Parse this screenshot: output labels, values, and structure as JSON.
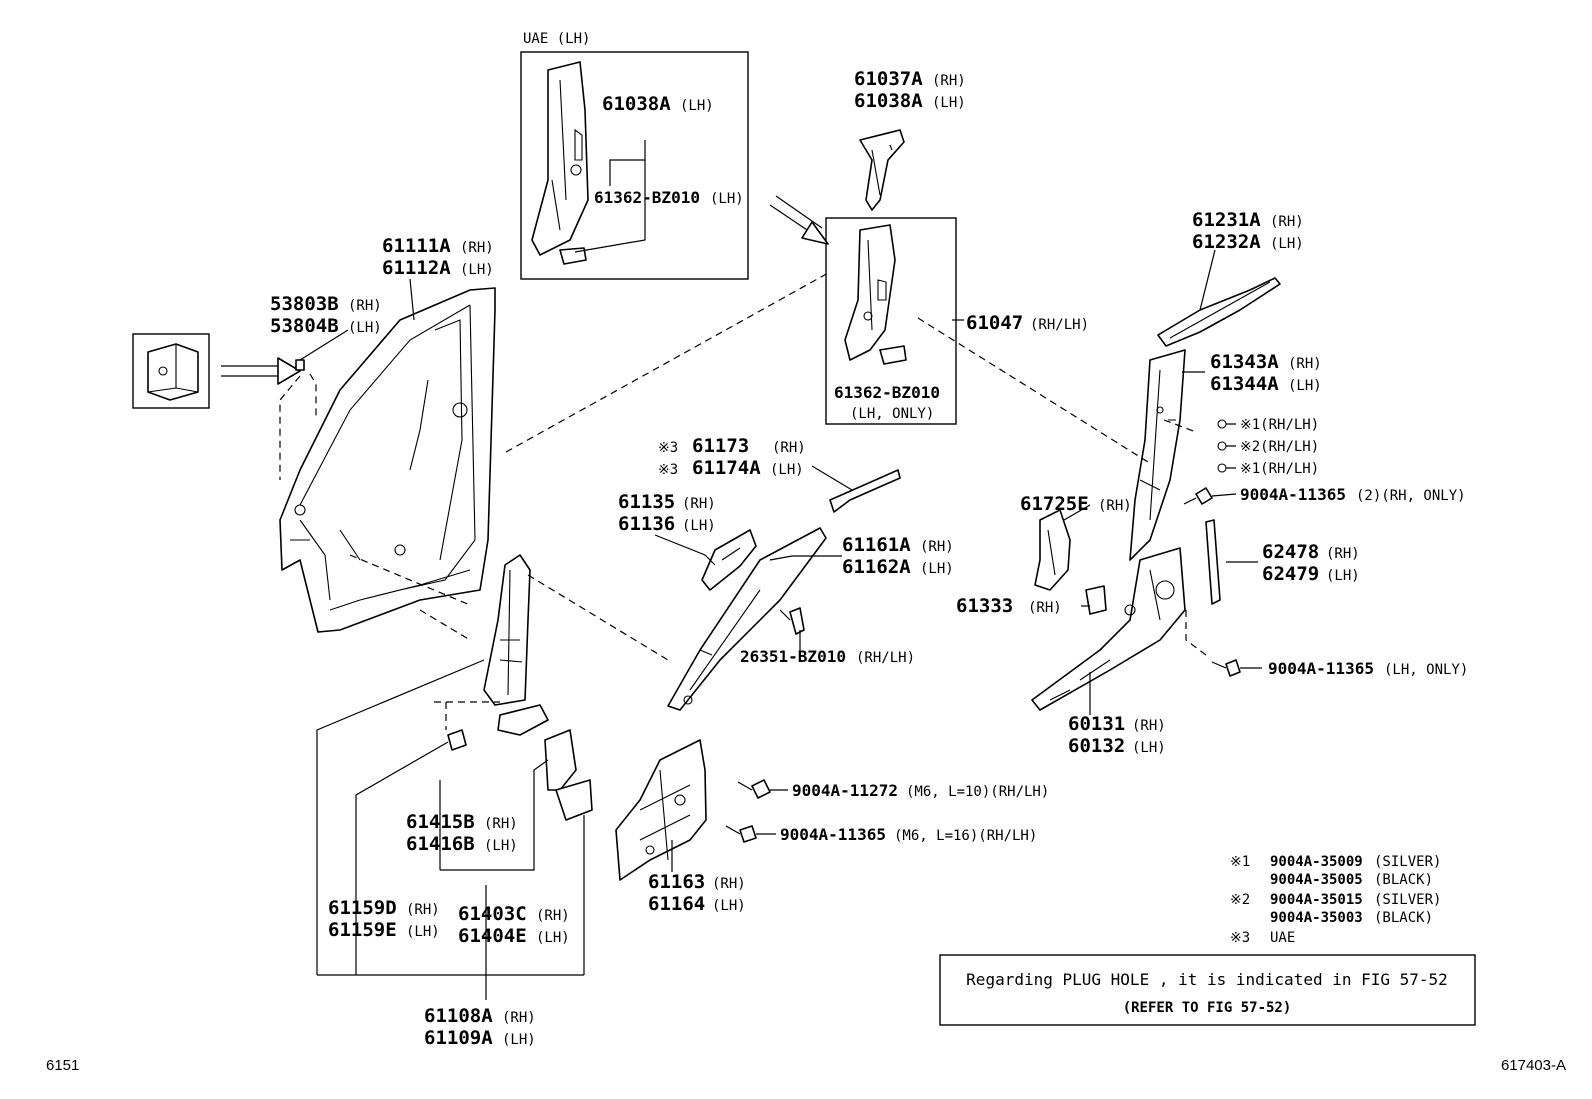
{
  "labels": {
    "uae_lh": "UAE (LH)",
    "p61038a_lh_box": "61038A",
    "p61038a_lh_box_s": "(LH)",
    "p61362_box_uae": "61362-BZ010",
    "p61362_box_uae_s": "(LH)",
    "p61037a": "61037A",
    "p61037a_s": "(RH)",
    "p61038a": "61038A",
    "p61038a_s": "(LH)",
    "p61362": "61362-BZ010",
    "p61362_s": "(LH, ONLY)",
    "p61047": "61047",
    "p61047_s": "(RH/LH)",
    "p61111a": "61111A",
    "p61111a_s": "(RH)",
    "p61112a": "61112A",
    "p61112a_s": "(LH)",
    "p53803b": "53803B",
    "p53803b_s": "(RH)",
    "p53804b": "53804B",
    "p53804b_s": "(LH)",
    "p61173_mark": "※3",
    "p61173": "61173",
    "p61173_s": "(RH)",
    "p61174a_mark": "※3",
    "p61174a": "61174A",
    "p61174a_s": "(LH)",
    "p61135": "61135",
    "p61135_s": "(RH)",
    "p61136": "61136",
    "p61136_s": "(LH)",
    "p61161a": "61161A",
    "p61161a_s": "(RH)",
    "p61162a": "61162A",
    "p61162a_s": "(LH)",
    "p26351": "26351-BZ010",
    "p26351_s": "(RH/LH)",
    "p61231a": "61231A",
    "p61231a_s": "(RH)",
    "p61232a": "61232A",
    "p61232a_s": "(LH)",
    "p61343a": "61343A",
    "p61343a_s": "(RH)",
    "p61344a": "61344A",
    "p61344a_s": "(LH)",
    "mark1a": "※1(RH/LH)",
    "mark2": "※2(RH/LH)",
    "mark1b": "※1(RH/LH)",
    "p90045_a": "9004A-11365",
    "p90045_a_s": "(2)(RH, ONLY)",
    "p61725e": "61725E",
    "p61725e_s": "(RH)",
    "p62478": "62478",
    "p62478_s": "(RH)",
    "p62479": "62479",
    "p62479_s": "(LH)",
    "p61333": "61333",
    "p61333_s": "(RH)",
    "p90045_b": "9004A-11365",
    "p90045_b_s": "(LH, ONLY)",
    "p60131": "60131",
    "p60131_s": "(RH)",
    "p60132": "60132",
    "p60132_s": "(LH)",
    "p90041272": "9004A-11272",
    "p90041272_s": "(M6, L=10)(RH/LH)",
    "p90041365": "9004A-11365",
    "p90041365_s": "(M6, L=16)(RH/LH)",
    "p61163": "61163",
    "p61163_s": "(RH)",
    "p61164": "61164",
    "p61164_s": "(LH)",
    "p61415b": "61415B",
    "p61415b_s": "(RH)",
    "p61416b": "61416B",
    "p61416b_s": "(LH)",
    "p61159d": "61159D",
    "p61159d_s": "(RH)",
    "p61159e": "61159E",
    "p61159e_s": "(LH)",
    "p61403c": "61403C",
    "p61403c_s": "(RH)",
    "p61404e": "61404E",
    "p61404e_s": "(LH)",
    "p61108a": "61108A",
    "p61108a_s": "(RH)",
    "p61109a": "61109A",
    "p61109a_s": "(LH)"
  },
  "legend": {
    "m1": "※1",
    "m1_a": "9004A-35009",
    "m1_a_s": "(SILVER)",
    "m1_b": "9004A-35005",
    "m1_b_s": "(BLACK)",
    "m2": "※2",
    "m2_a": "9004A-35015",
    "m2_a_s": "(SILVER)",
    "m2_b": "9004A-35003",
    "m2_b_s": "(BLACK)",
    "m3": "※3",
    "m3_a": "UAE"
  },
  "notice": {
    "line1": "Regarding PLUG HOLE , it is indicated in FIG 57-52",
    "line2": "(REFER TO FIG 57-52)"
  },
  "footer": {
    "left": "6151",
    "right": "617403-A"
  }
}
